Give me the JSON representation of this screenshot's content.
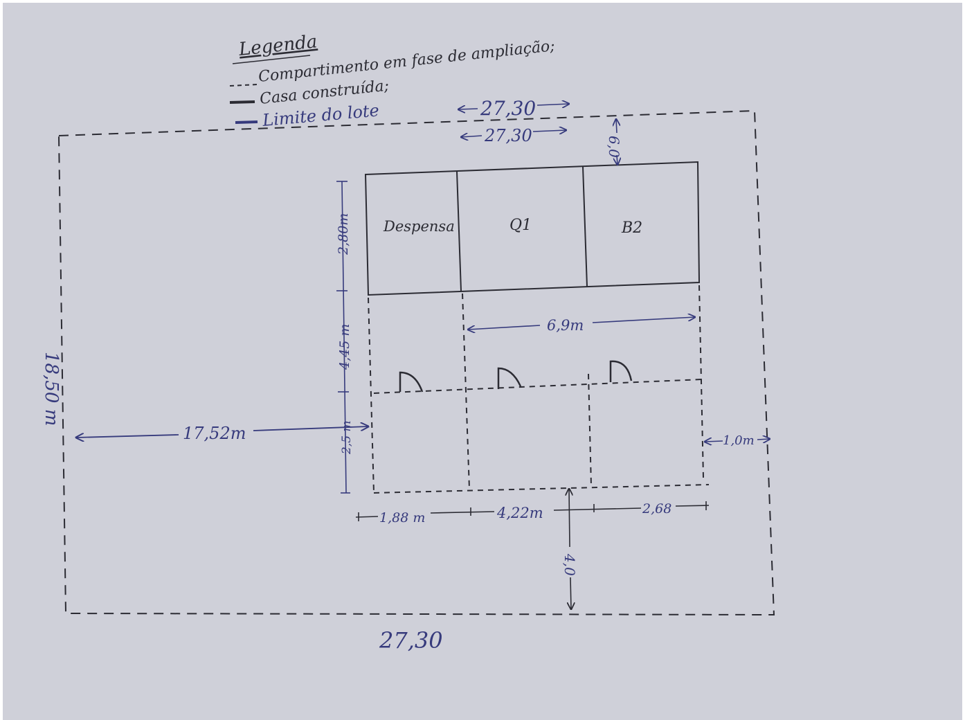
{
  "legend": {
    "title": "Legenda",
    "items": [
      {
        "symbol": "---",
        "label": "Compartimento em fase de ampliação;"
      },
      {
        "symbol": "—",
        "label": "Casa construída;"
      },
      {
        "symbol": "—",
        "label": "Limite do lote"
      }
    ]
  },
  "rooms": {
    "despensa": "Despensa",
    "q1": "Q1",
    "b2": "B2"
  },
  "dimensions": {
    "top_outer": "27,30",
    "top_inner": "27,30",
    "bottom": "27,30",
    "left": "18,50 m",
    "setback_top": "6,0",
    "height_rooms": "2,80m",
    "height_middle": "4,45 m",
    "height_lower": "2,5 m",
    "width_inner": "6,9m",
    "left_offset": "17,52m",
    "right_offset": "1,0m",
    "seg_1": "1,88 m",
    "seg_2": "4,22m",
    "seg_3": "2,68",
    "setback_bottom": "4,0"
  },
  "colors": {
    "paper": "#cfd0d9",
    "ink_black": "#2b2b33",
    "ink_blue": "#363a7c"
  }
}
